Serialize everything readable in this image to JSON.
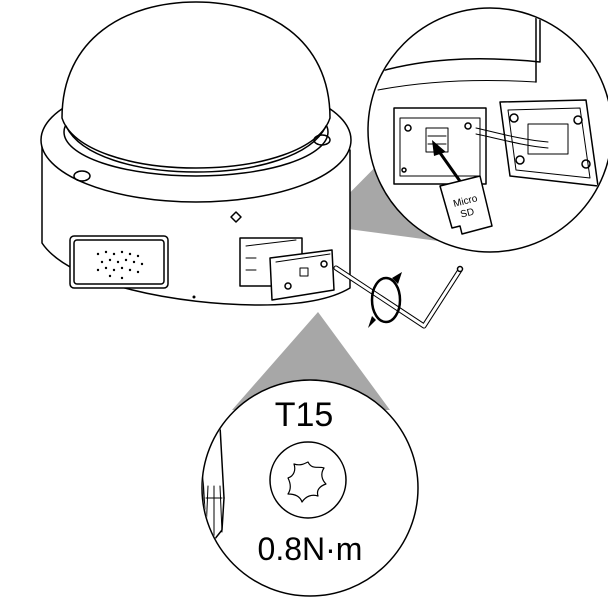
{
  "diagram": {
    "sd_card": {
      "line1": "Micro",
      "line2": "SD"
    },
    "torx": {
      "size_label": "T15",
      "torque_label": "0.8N·m"
    },
    "colors": {
      "line": "#000000",
      "callout_fill": "#a7a7a7",
      "background": "#ffffff"
    },
    "icons": [
      "rotate-arrow-icon",
      "torx-star-icon",
      "insert-arrow-icon",
      "hex-key-icon",
      "screwdriver-icon"
    ]
  }
}
